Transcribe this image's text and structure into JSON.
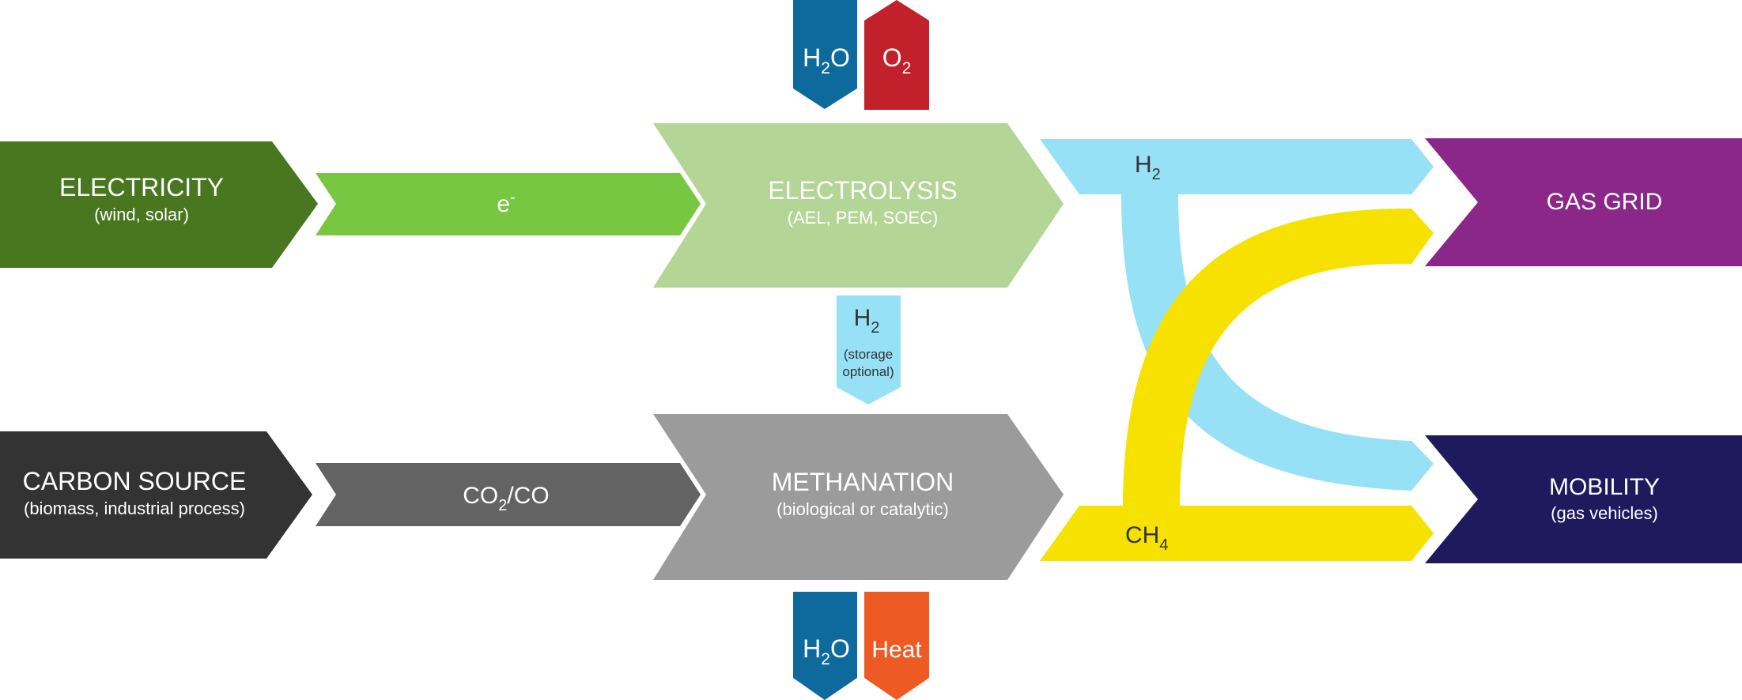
{
  "colors": {
    "electricity": "#487720",
    "electron": "#78c743",
    "electrolysis": "#b3d696",
    "carbon_source": "#333333",
    "co2": "#636363",
    "methanation": "#9b9b9b",
    "h2": "#96e1f6",
    "ch4": "#f6e100",
    "gas_grid": "#8b2789",
    "mobility": "#1f1a5e",
    "water": "#0e6a9c",
    "oxygen": "#c2202b",
    "heat": "#ee5a24"
  },
  "nodes": {
    "electricity": {
      "title": "ELECTRICITY",
      "subtitle": "(wind, solar)"
    },
    "electron": {
      "base": "e",
      "sup": "-"
    },
    "electrolysis": {
      "title": "ELECTROLYSIS",
      "subtitle": "(AEL, PEM, SOEC)"
    },
    "carbon_source": {
      "title": "CARBON SOURCE",
      "subtitle": "(biomass, industrial process)"
    },
    "co2": {
      "a": "CO",
      "sub": "2",
      "b": "/CO"
    },
    "methanation": {
      "title": "METHANATION",
      "subtitle": "(biological or catalytic)"
    },
    "gas_grid": {
      "title": "GAS GRID"
    },
    "mobility": {
      "title": "MOBILITY",
      "subtitle": "(gas vehicles)"
    }
  },
  "flows": {
    "h2_storage": {
      "base": "H",
      "sub": "2",
      "note_line1": "(storage",
      "note_line2": "optional)"
    },
    "h2_out": {
      "base": "H",
      "sub": "2"
    },
    "ch4_out": {
      "base": "CH",
      "sub": "4"
    }
  },
  "io": {
    "water_in_top": {
      "base": "H",
      "sub": "2",
      "rest": "O"
    },
    "oxygen_out": {
      "base": "O",
      "sub": "2"
    },
    "water_out_bottom": {
      "base": "H",
      "sub": "2",
      "rest": "O"
    },
    "heat_out": {
      "label": "Heat"
    }
  }
}
